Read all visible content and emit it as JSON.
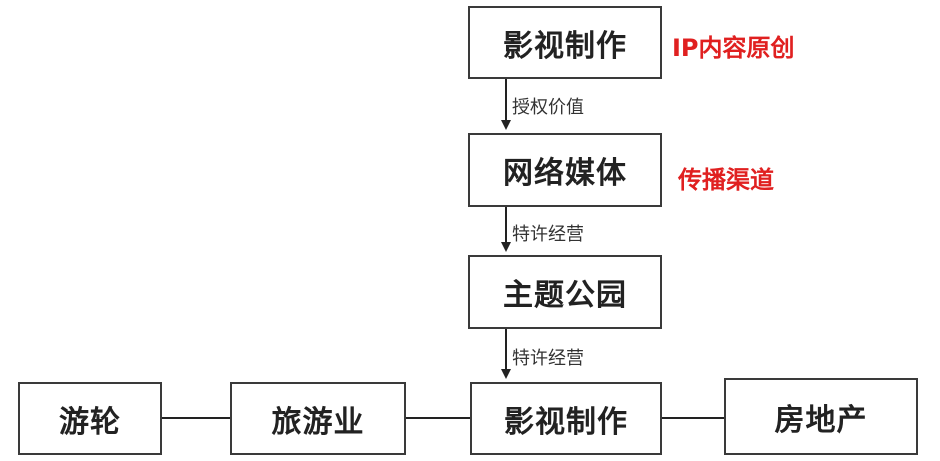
{
  "colors": {
    "box_border": "#3a3a3a",
    "text": "#222222",
    "note": "#e02020",
    "line": "#222222"
  },
  "nodes": {
    "film_top": "影视制作",
    "online_media": "网络媒体",
    "theme_park": "主题公园",
    "film_bottom": "影视制作",
    "cruise": "游轮",
    "tourism": "旅游业",
    "real_estate": "房地产"
  },
  "notes": {
    "ip": "IP内容原创",
    "channel": "传播渠道"
  },
  "edges": {
    "license_value": "授权价值",
    "franchise_1": "特许经营",
    "franchise_2": "特许经营"
  }
}
